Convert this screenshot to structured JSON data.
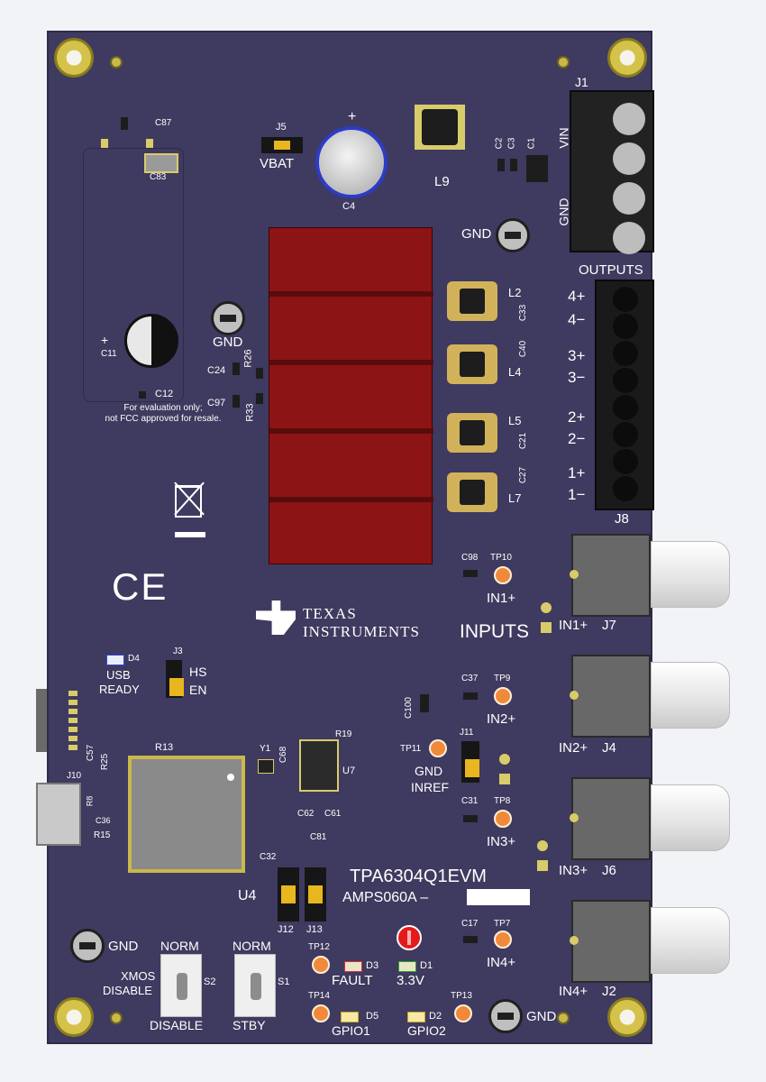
{
  "colors": {
    "board": "#3f3a5f",
    "silkscreen": "#ffffff",
    "heatsink": "#8c1414",
    "testpoint": "#f08a3a",
    "pad_gold": "#d8cc6a"
  },
  "board": {
    "model": "TPA6304Q1EVM",
    "board_id": "AMPS060A –",
    "disclaimer": [
      "For evaluation only;",
      "not FCC approved for resale."
    ],
    "ce_mark": "CE",
    "logo_line1": "TEXAS",
    "logo_line2": "INSTRUMENTS"
  },
  "power": {
    "connector": "J1",
    "vin_label": "VIN",
    "gnd_label": "GND",
    "inductor": "L9",
    "jumper": "J5",
    "jumper_label": "VBAT",
    "cap_main": "C4",
    "cap_plus": "+",
    "caps": [
      "C2",
      "C3",
      "C1"
    ]
  },
  "outputs": {
    "connector": "J8",
    "title": "OUTPUTS",
    "pins": [
      "4+",
      "4−",
      "3+",
      "3−",
      "2+",
      "2−",
      "1+",
      "1−"
    ],
    "inductors": [
      "L2",
      "L4",
      "L5",
      "L7"
    ],
    "caps": [
      "C33",
      "C40",
      "C21",
      "C27"
    ]
  },
  "inputs": {
    "title": "INPUTS",
    "channels": [
      {
        "jack": "J7",
        "label": "IN1+",
        "tp": "TP10",
        "cap": "C98",
        "silk": "IN1+"
      },
      {
        "jack": "J4",
        "label": "IN2+",
        "tp": "TP9",
        "cap": "C37",
        "silk": "IN2+"
      },
      {
        "jack": "J6",
        "label": "IN3+",
        "tp": "TP8",
        "cap": "C31",
        "silk": "IN3+"
      },
      {
        "jack": "J2",
        "label": "IN4+",
        "tp": "TP7",
        "cap": "C17",
        "silk": "IN4+"
      }
    ]
  },
  "gnd_labels": {
    "top": "GND",
    "left": "GND",
    "bottom_left": "GND",
    "bottom_right": "GND"
  },
  "misc_refs": {
    "c87": "C87",
    "c83": "C83",
    "c11": "C11",
    "c11_plus": "+",
    "c12": "C12",
    "c24": "C24",
    "r26": "R26",
    "c97": "C97",
    "r33": "R33",
    "c100": "C100",
    "tp11": "TP11",
    "gnd_inref_1": "GND",
    "gnd_inref_2": "INREF",
    "j11": "J11",
    "c57": "C57",
    "r25": "R25",
    "r13": "R13",
    "r19": "R19",
    "y1": "Y1",
    "c68": "C68",
    "u7": "U7",
    "c62": "C62",
    "c61": "C61",
    "c81": "C81",
    "c32": "C32",
    "u4": "U4",
    "j10": "J10",
    "r15": "R15",
    "c36": "C36",
    "r8": "R8",
    "j12": "J12",
    "j13": "J13"
  },
  "leds": {
    "d4": "D4",
    "usb_ready_1": "USB",
    "usb_ready_2": "READY",
    "d3": "D3",
    "fault": "FAULT",
    "d1": "D1",
    "v33": "3.3V",
    "d5": "D5",
    "gpio1": "GPIO1",
    "d2": "D2",
    "gpio2": "GPIO2",
    "tp12": "TP12",
    "tp14": "TP14",
    "tp13": "TP13"
  },
  "jumpers": {
    "j3": "J3",
    "hs": "HS",
    "en": "EN"
  },
  "switches": {
    "s2": "S2",
    "s2_top": "NORM",
    "s2_bottom": "DISABLE",
    "s2_side_1": "XMOS",
    "s2_side_2": "DISABLE",
    "s1": "S1",
    "s1_top": "NORM",
    "s1_bottom": "STBY"
  }
}
